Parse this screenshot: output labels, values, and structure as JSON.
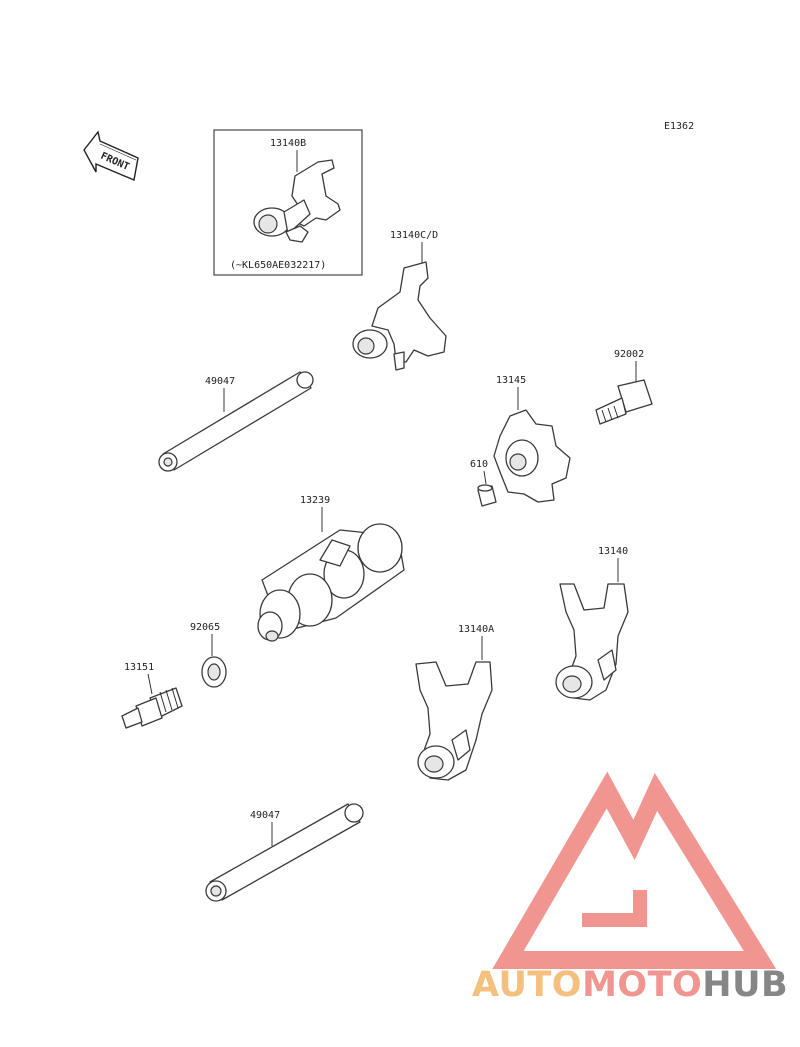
{
  "diagram_code": "E1362",
  "front_label": "FRONT",
  "inset": {
    "part_number": "13140B",
    "note": "(~KL650AE032217)"
  },
  "parts": {
    "fork_cd": "13140C/D",
    "shaft_upper": "49047",
    "bolt": "92002",
    "star": "13145",
    "pin": "610",
    "drum": "13239",
    "washer": "92065",
    "switch": "13151",
    "fork_right": "13140",
    "fork_a": "13140A",
    "shaft_lower": "49047"
  },
  "watermark": {
    "part1": "AUTO",
    "part2": "MOTO",
    "part3": "HUB",
    "color1": "#f5b96f",
    "color2": "#ef8a84",
    "color3": "#7a7a7a"
  }
}
